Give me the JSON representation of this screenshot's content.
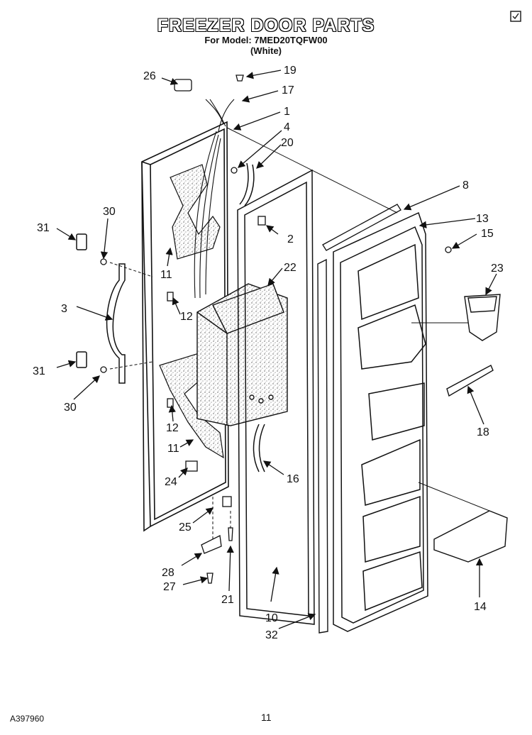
{
  "header": {
    "title": "FREEZER DOOR PARTS",
    "model_line": "For Model: 7MED20TQFW00",
    "color_line": "(White)"
  },
  "footer": {
    "drawing_id": "A397960",
    "page_number": "11"
  },
  "callouts": {
    "c26": "26",
    "c19": "19",
    "c17": "17",
    "c1": "1",
    "c4": "4",
    "c20": "20",
    "c8": "8",
    "c13": "13",
    "c15": "15",
    "c31a": "31",
    "c30a": "30",
    "c2": "2",
    "c23": "23",
    "c11a": "11",
    "c22": "22",
    "c3": "3",
    "c12a": "12",
    "c31b": "31",
    "c30b": "30",
    "c12b": "12",
    "c18": "18",
    "c11b": "11",
    "c24": "24",
    "c16": "16",
    "c25": "25",
    "c28": "28",
    "c27": "27",
    "c21": "21",
    "c10": "10",
    "c32": "32",
    "c14": "14"
  },
  "icons": {
    "corner": "checkbox-icon"
  }
}
